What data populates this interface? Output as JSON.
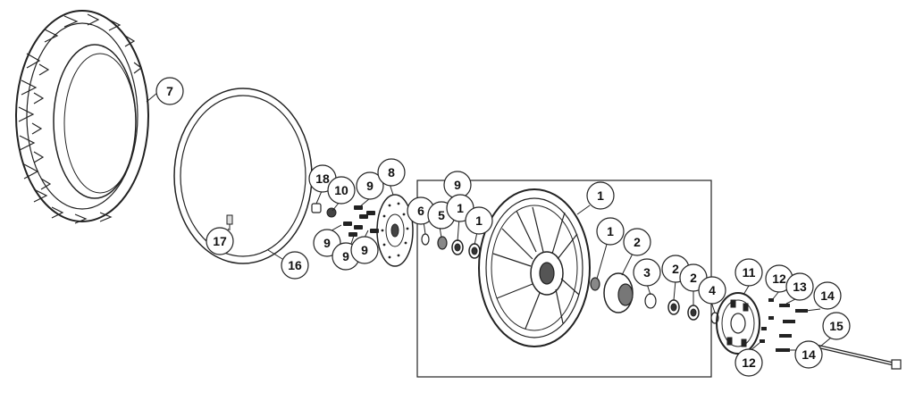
{
  "diagram": {
    "callouts": [
      {
        "id": "c7",
        "label": "7"
      },
      {
        "id": "c16",
        "label": "16"
      },
      {
        "id": "c17",
        "label": "17"
      },
      {
        "id": "c18",
        "label": "18"
      },
      {
        "id": "c10",
        "label": "10"
      },
      {
        "id": "c9a",
        "label": "9"
      },
      {
        "id": "c8",
        "label": "8"
      },
      {
        "id": "c9b",
        "label": "9"
      },
      {
        "id": "c9c",
        "label": "9"
      },
      {
        "id": "c9d",
        "label": "9"
      },
      {
        "id": "c9e",
        "label": "9"
      },
      {
        "id": "c6",
        "label": "6"
      },
      {
        "id": "c5",
        "label": "5"
      },
      {
        "id": "c1a",
        "label": "1"
      },
      {
        "id": "c1b",
        "label": "1"
      },
      {
        "id": "c1c",
        "label": "1"
      },
      {
        "id": "c1d",
        "label": "1"
      },
      {
        "id": "c2a",
        "label": "2"
      },
      {
        "id": "c3",
        "label": "3"
      },
      {
        "id": "c2b",
        "label": "2"
      },
      {
        "id": "c2c",
        "label": "2"
      },
      {
        "id": "c4",
        "label": "4"
      },
      {
        "id": "c11",
        "label": "11"
      },
      {
        "id": "c12a",
        "label": "12"
      },
      {
        "id": "c13",
        "label": "13"
      },
      {
        "id": "c14a",
        "label": "14"
      },
      {
        "id": "c15",
        "label": "15"
      },
      {
        "id": "c14b",
        "label": "14"
      },
      {
        "id": "c12b",
        "label": "12"
      }
    ]
  }
}
